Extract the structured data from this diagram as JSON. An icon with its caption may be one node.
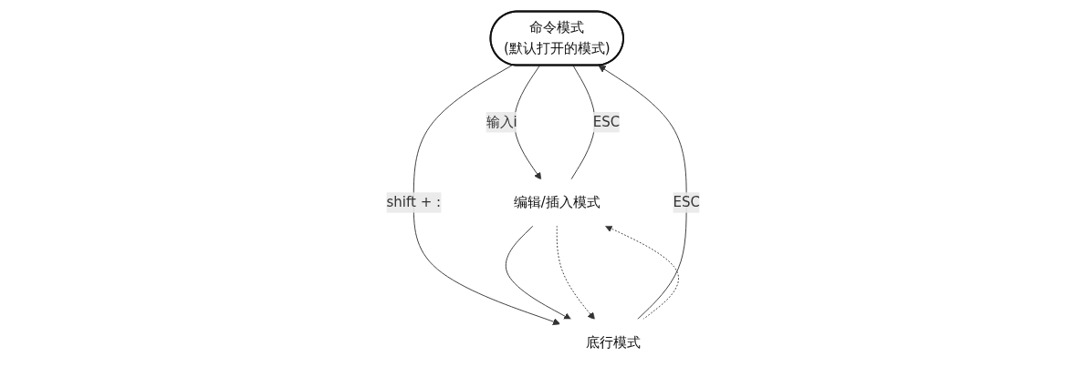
{
  "diagram": {
    "nodes": [
      {
        "text": [
          "命令模式",
          "(默认打开的模式)"
        ]
      },
      {
        "text": [
          "编辑/插入模式"
        ]
      },
      {
        "text": [
          "底行模式"
        ]
      }
    ],
    "edges": [
      {
        "from": 0,
        "to": 1,
        "arrow": "to",
        "label": "输入i"
      },
      {
        "from": 1,
        "to": 0,
        "arrow": "none",
        "label": "ESC"
      },
      {
        "from": 0,
        "to": 2,
        "arrow": "to",
        "label": "shift + :"
      },
      {
        "from": 2,
        "to": 0,
        "arrow": "to",
        "label": "ESC"
      },
      {
        "from": 1,
        "to": 2,
        "arrow": "to"
      },
      {
        "from": 1,
        "to": 2,
        "arrow": "to",
        "style": "dashed"
      },
      {
        "from": 2,
        "to": 1,
        "arrow": "to",
        "style": "dashed"
      }
    ]
  }
}
